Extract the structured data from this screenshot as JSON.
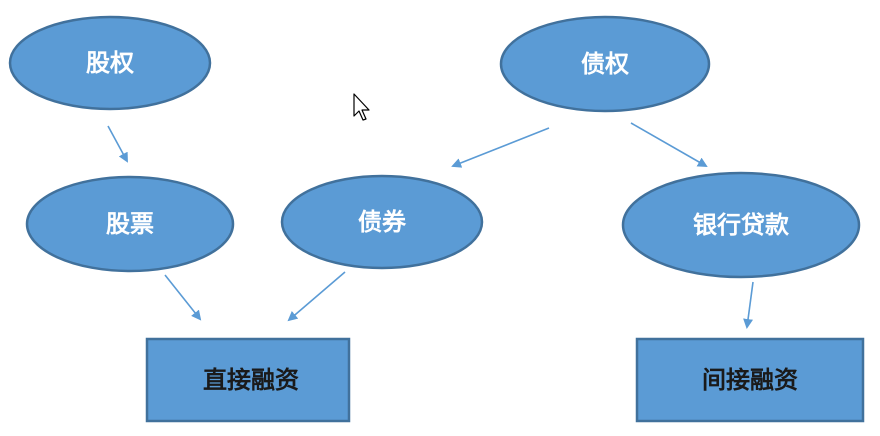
{
  "colors": {
    "node_fill": "#5b9bd5",
    "node_stroke": "#41719c",
    "arrow": "#5b9bd5",
    "ellipse_text": "#ffffff",
    "box_text": "#1a1a1a",
    "background": "#ffffff"
  },
  "nodes": {
    "equity": {
      "label": "股权"
    },
    "debt": {
      "label": "债权"
    },
    "stock": {
      "label": "股票"
    },
    "bond": {
      "label": "债券"
    },
    "bank_loan": {
      "label": "银行贷款"
    },
    "direct_financing": {
      "label": "直接融资"
    },
    "indirect_financing": {
      "label": "间接融资"
    }
  },
  "edges": [
    {
      "from": "equity",
      "to": "stock"
    },
    {
      "from": "debt",
      "to": "bond"
    },
    {
      "from": "debt",
      "to": "bank_loan"
    },
    {
      "from": "stock",
      "to": "direct_financing"
    },
    {
      "from": "bond",
      "to": "direct_financing"
    },
    {
      "from": "bank_loan",
      "to": "indirect_financing"
    }
  ],
  "cursor_icon": "arrow-cursor-icon"
}
